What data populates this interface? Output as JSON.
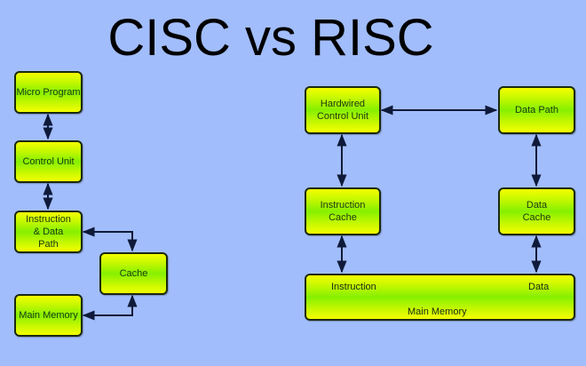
{
  "title": "CISC vs RISC",
  "colors": {
    "background": "#a2bdfb",
    "box_fill_edge": "#f4ff00",
    "box_fill_center": "#86f000",
    "box_border": "#1a2a10",
    "arrow": "#0f1a3a"
  },
  "cisc": {
    "micro_program": "Micro Program",
    "control_unit": "Control Unit",
    "instruction_data_path": "Instruction & Data Path",
    "cache": "Cache",
    "main_memory": "Main Memory"
  },
  "risc": {
    "hardwired_control_unit": "Hardwired Control Unit",
    "data_path": "Data Path",
    "instruction_cache": "Instruction Cache",
    "data_cache": "Data Cache",
    "main_memory": {
      "label": "Main Memory",
      "instruction_port": "Instruction",
      "data_port": "Data"
    }
  },
  "connections": [
    {
      "from": "Micro Program",
      "to": "Control Unit",
      "type": "bidirectional"
    },
    {
      "from": "Control Unit",
      "to": "Instruction & Data Path",
      "type": "bidirectional"
    },
    {
      "from": "Instruction & Data Path",
      "to": "Cache",
      "type": "bidirectional"
    },
    {
      "from": "Cache",
      "to": "Main Memory",
      "type": "bidirectional"
    },
    {
      "from": "Hardwired Control Unit",
      "to": "Data Path",
      "type": "bidirectional"
    },
    {
      "from": "Hardwired Control Unit",
      "to": "Instruction Cache",
      "type": "bidirectional"
    },
    {
      "from": "Data Path",
      "to": "Data Cache",
      "type": "bidirectional"
    },
    {
      "from": "Instruction Cache",
      "to": "Main Memory (Instruction)",
      "type": "bidirectional"
    },
    {
      "from": "Data Cache",
      "to": "Main Memory (Data)",
      "type": "bidirectional"
    }
  ]
}
